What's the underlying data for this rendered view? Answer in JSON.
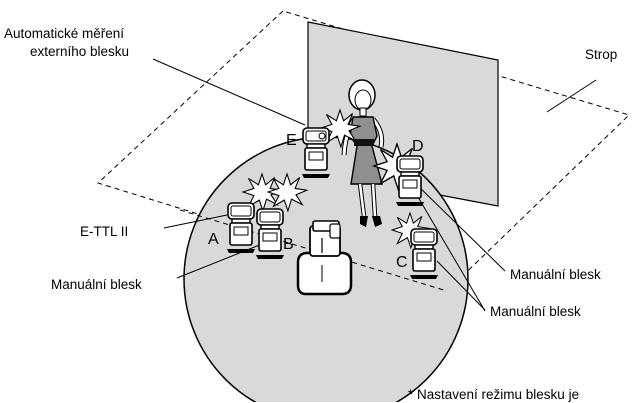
{
  "labels": {
    "auto_line1": "Automatické měření",
    "auto_line2": "externího blesku",
    "ceiling": "Strop",
    "ettl": "E-TTL II",
    "manual_b": "Manuální blesk",
    "manual_d": "Manuální blesk",
    "manual_c": "Manuální blesk",
    "footnote": "* Nastavení režimu blesku je"
  },
  "flash_letters": {
    "a": "A",
    "b": "B",
    "c": "C",
    "d": "D",
    "e": "E"
  },
  "colors": {
    "floor": "#d9d9d9",
    "wall": "#d9d9d9",
    "dress": "#8f8f8f",
    "line": "#000000"
  }
}
